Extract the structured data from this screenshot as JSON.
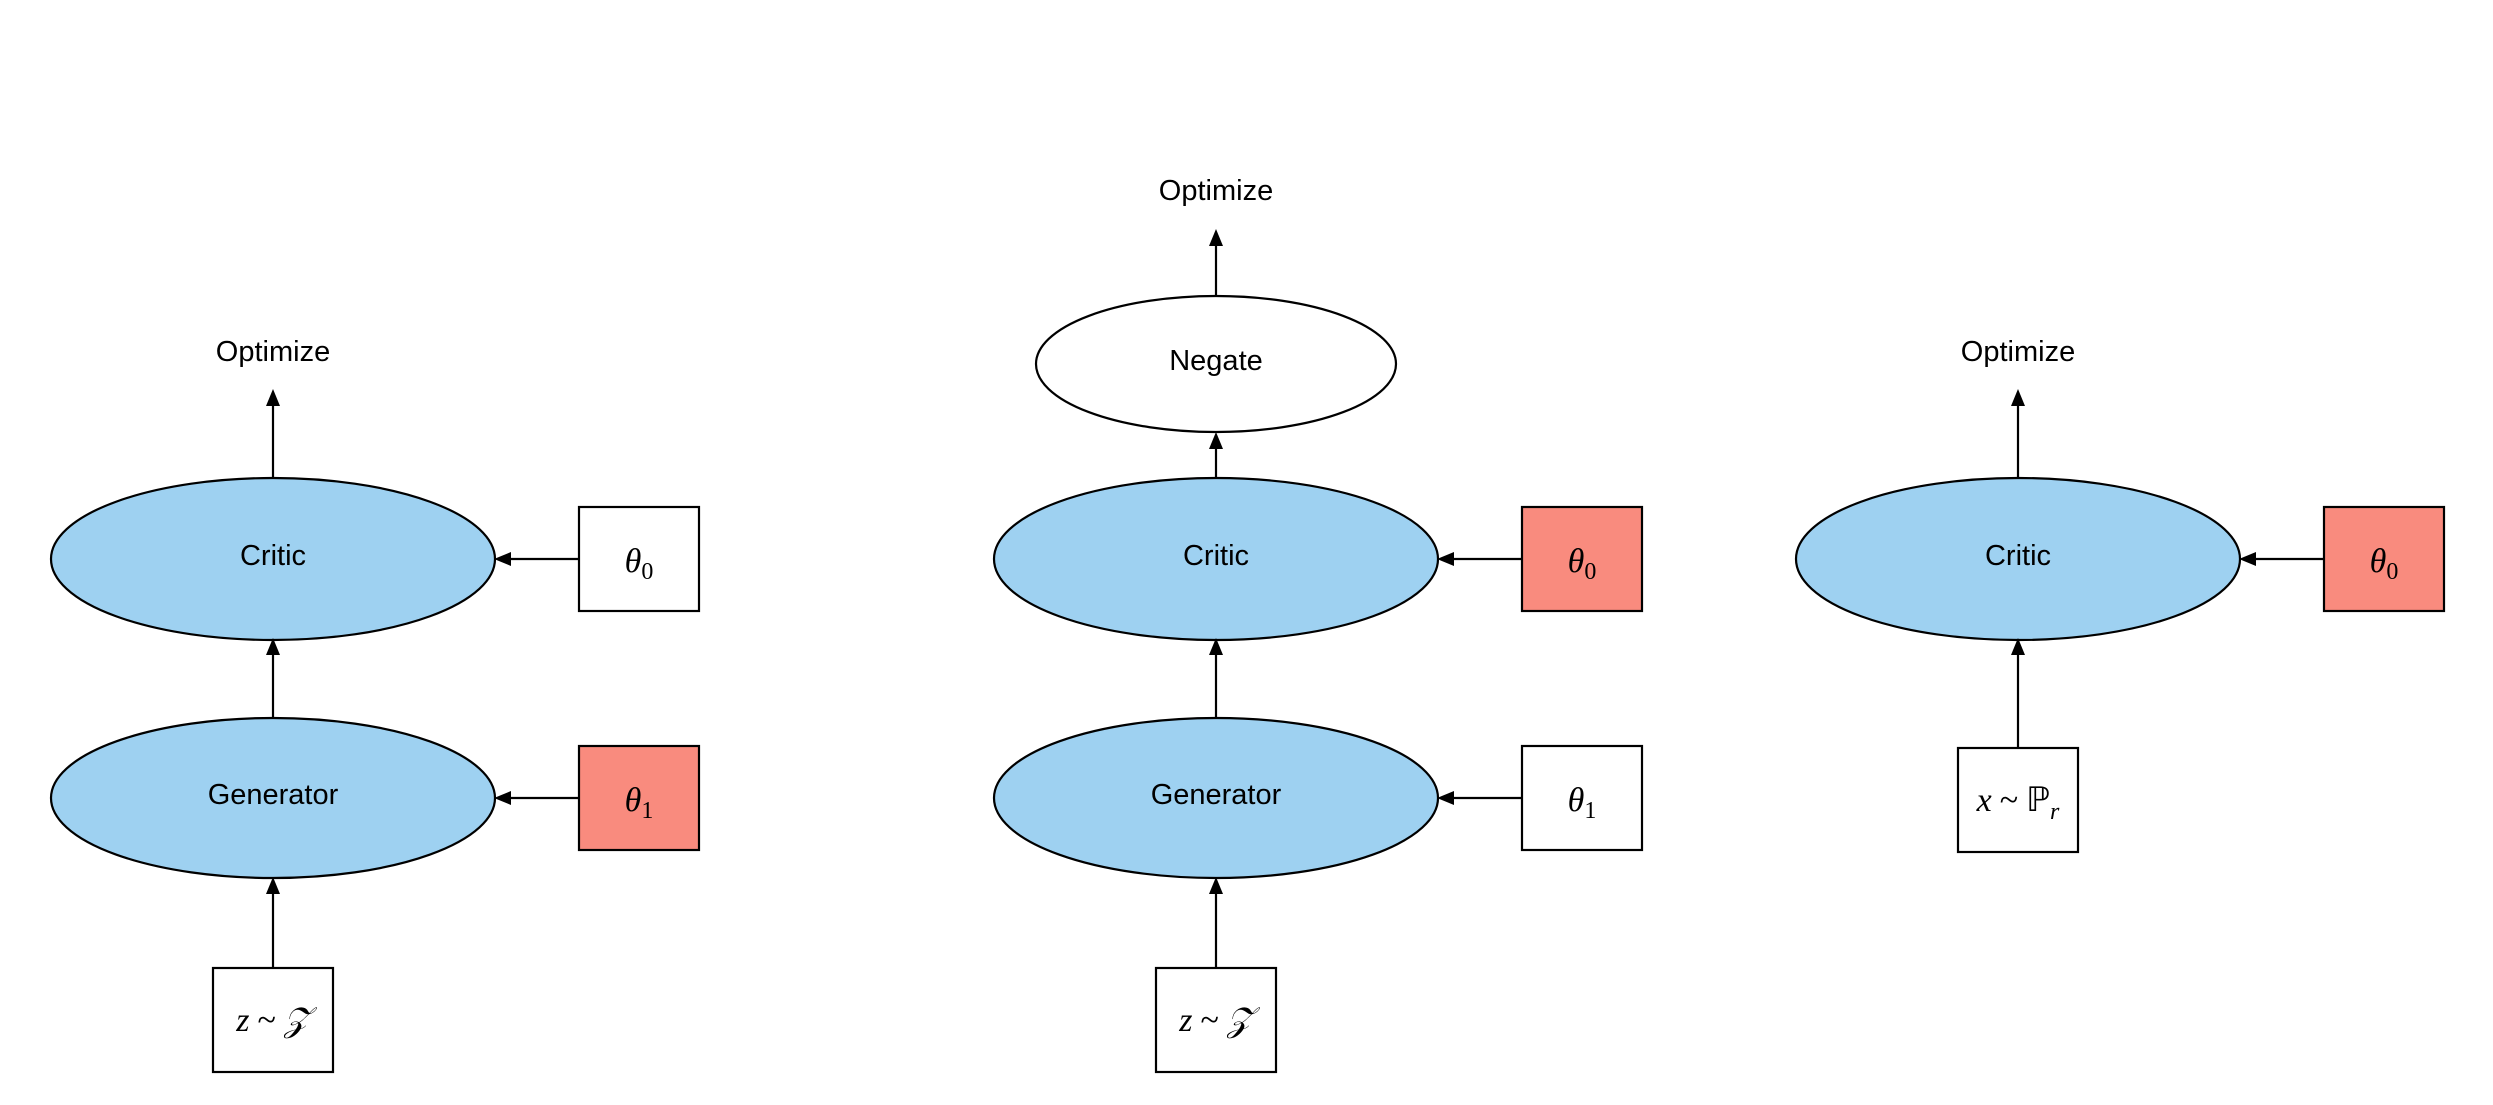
{
  "colors": {
    "module_fill": "#9ed1f1",
    "highlight_fill": "#f98b7e",
    "plain_fill": "#ffffff",
    "stroke": "#000000"
  },
  "panels": [
    {
      "optimize_label": "Optimize",
      "critic_label": "Critic",
      "critic_param": {
        "symbol": "θ",
        "subscript": "0",
        "highlighted": false
      },
      "generator_label": "Generator",
      "generator_param": {
        "symbol": "θ",
        "subscript": "1",
        "highlighted": true
      },
      "input": {
        "var": "z",
        "op": "~",
        "dist": "𝒵"
      }
    },
    {
      "optimize_label": "Optimize",
      "negate_label": "Negate",
      "critic_label": "Critic",
      "critic_param": {
        "symbol": "θ",
        "subscript": "0",
        "highlighted": true
      },
      "generator_label": "Generator",
      "generator_param": {
        "symbol": "θ",
        "subscript": "1",
        "highlighted": false
      },
      "input": {
        "var": "z",
        "op": "~",
        "dist": "𝒵"
      }
    },
    {
      "optimize_label": "Optimize",
      "critic_label": "Critic",
      "critic_param": {
        "symbol": "θ",
        "subscript": "0",
        "highlighted": true
      },
      "input": {
        "var": "x",
        "op": "~",
        "dist": "ℙ",
        "dist_subscript": "r"
      }
    }
  ]
}
